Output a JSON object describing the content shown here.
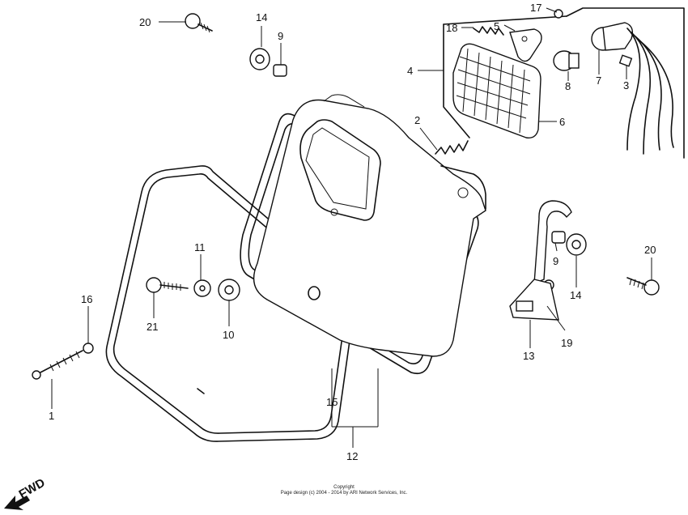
{
  "diagram": {
    "callouts": [
      "1",
      "2",
      "3",
      "4",
      "5",
      "6",
      "7",
      "8",
      "9",
      "9",
      "10",
      "11",
      "12",
      "13",
      "14",
      "14",
      "15",
      "16",
      "17",
      "18",
      "19",
      "20",
      "20",
      "21"
    ],
    "fwd_label": "FWD",
    "copyright_line1": "Copyright",
    "copyright_line2": "Page design (c) 2004 - 2014 by ARI Network Services, Inc."
  }
}
